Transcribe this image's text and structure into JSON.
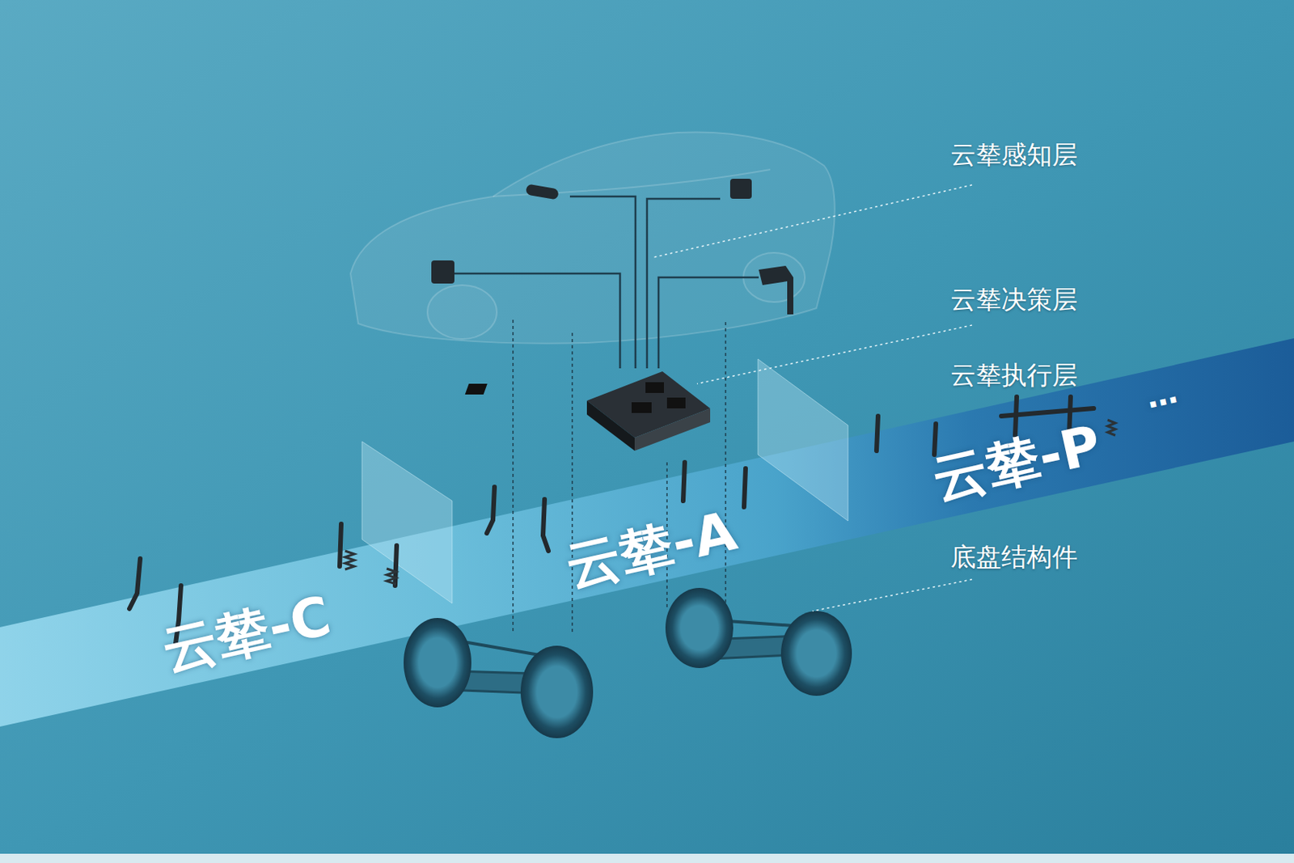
{
  "diagram": {
    "labels": [
      "云辇感知层",
      "云辇决策层",
      "云辇执行层",
      "云辇-P",
      "…",
      "云辇-A",
      "云辇-C",
      "底盘结构件"
    ]
  }
}
